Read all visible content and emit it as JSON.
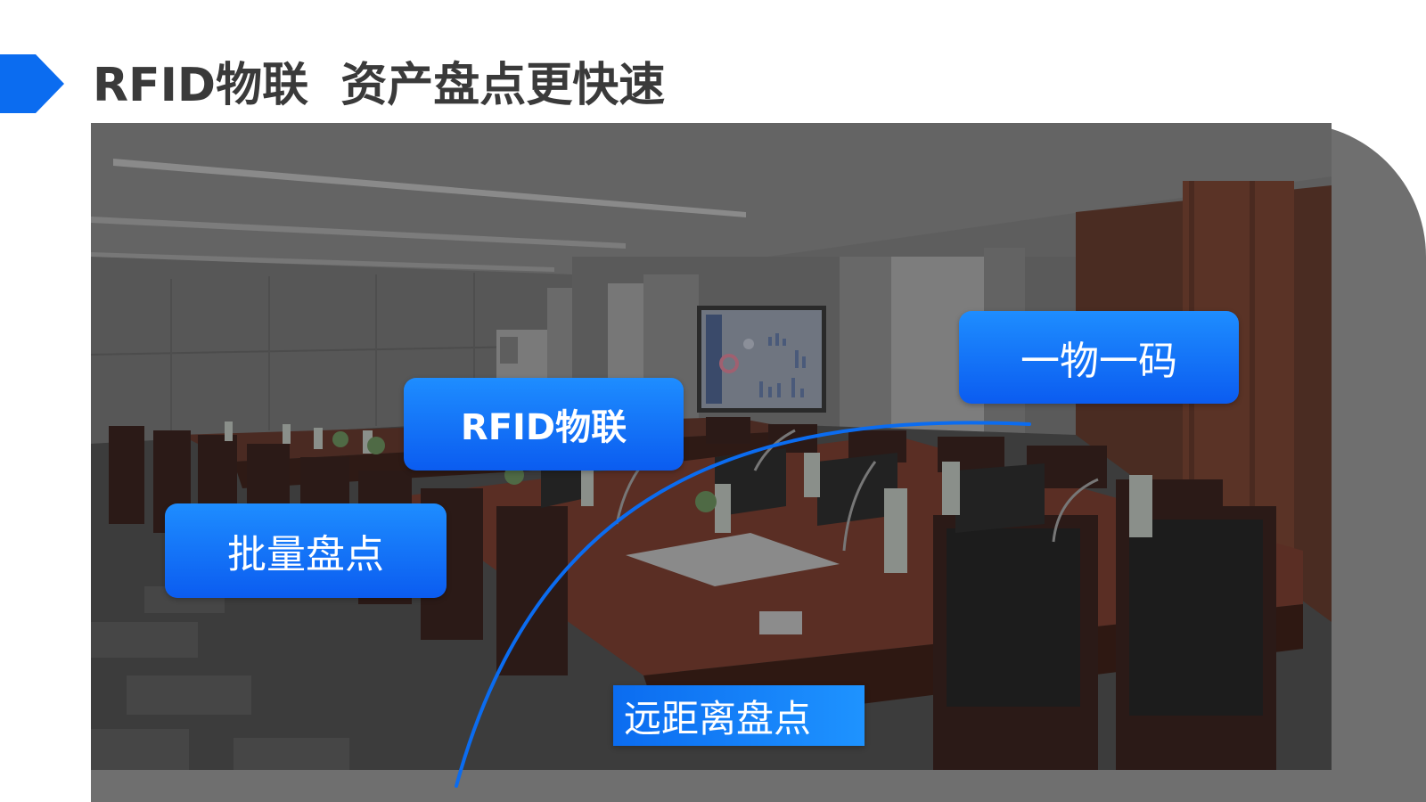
{
  "title": "RFID物联  资产盘点更快速",
  "tags": {
    "code": "一物一码",
    "rfid": "RFID物联",
    "batch": "批量盘点",
    "remote": "远距离盘点"
  },
  "colors": {
    "accent": "#0b6cf0",
    "title_text": "#3a3a3a",
    "panel": "#6f6f6f"
  },
  "icons": {
    "title_marker": "chevron-arrow-icon"
  }
}
